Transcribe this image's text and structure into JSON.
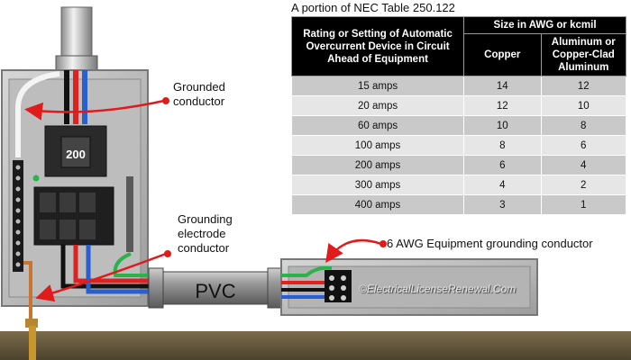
{
  "labels": {
    "grounded_conductor": "Grounded\nconductor",
    "grounding_electrode_conductor": "Grounding\nelectrode\nconductor",
    "pvc": "PVC",
    "egc": "6 AWG Equipment grounding conductor",
    "breaker_rating": "200",
    "watermark": "©ElectricalLicenseRenewal.Com"
  },
  "table": {
    "caption": "A portion of NEC Table 250.122",
    "header_rating": "Rating or Setting of Automatic Overcurrent Device in Circuit Ahead of Equipment",
    "header_size": "Size in AWG or kcmil",
    "header_copper": "Copper",
    "header_aluminum": "Aluminum or Copper-Clad Aluminum",
    "rows": [
      {
        "rating": "15 amps",
        "copper": "14",
        "aluminum": "12"
      },
      {
        "rating": "20 amps",
        "copper": "12",
        "aluminum": "10"
      },
      {
        "rating": "60 amps",
        "copper": "10",
        "aluminum": "8"
      },
      {
        "rating": "100 amps",
        "copper": "8",
        "aluminum": "6"
      },
      {
        "rating": "200 amps",
        "copper": "6",
        "aluminum": "4"
      },
      {
        "rating": "300 amps",
        "copper": "4",
        "aluminum": "2"
      },
      {
        "rating": "400 amps",
        "copper": "3",
        "aluminum": "1"
      }
    ]
  },
  "colors": {
    "arrow": "#e01b1b",
    "ground_wire": "#c87533",
    "floor": "#5e5238"
  }
}
